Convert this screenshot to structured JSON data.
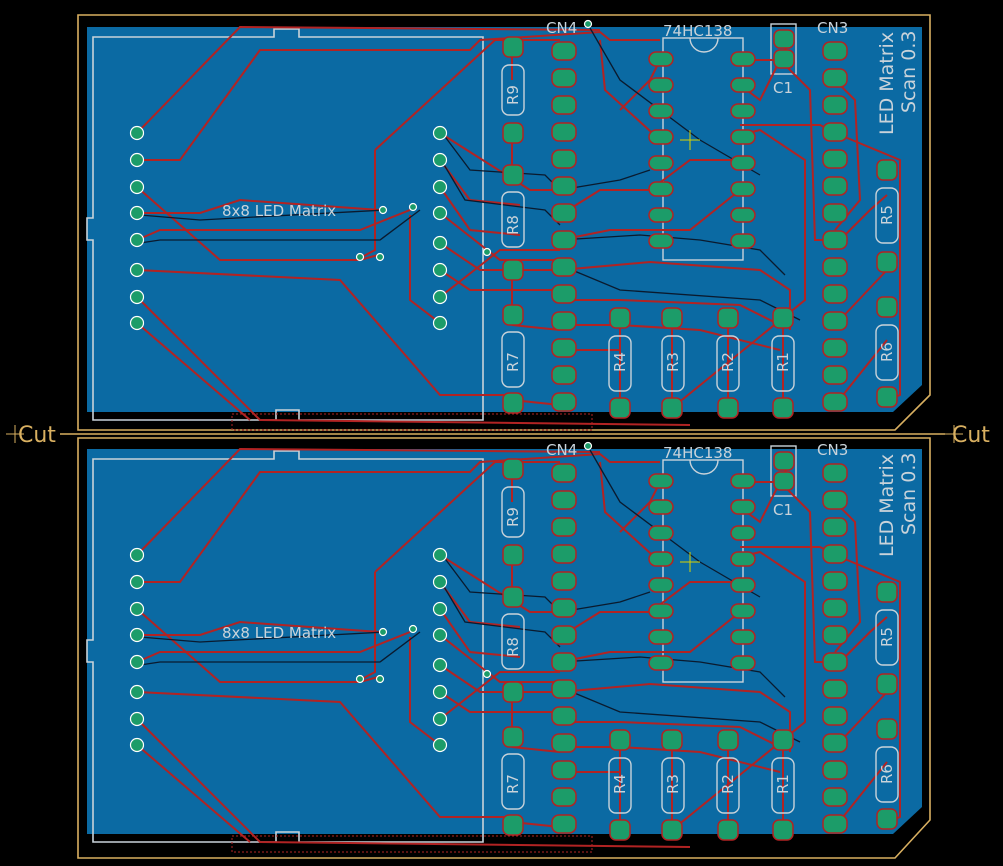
{
  "labels": {
    "cut_left": "Cut",
    "cut_right": "Cut",
    "connector_cn4": "CN4",
    "connector_cn3": "CN3",
    "ic_74hc138": "74HC138",
    "cap_c1": "C1",
    "led_matrix_label": "8x8 LED Matrix",
    "board_title_1": "LED Matrix",
    "board_title_2": "Scan 0.3",
    "r1": "R1",
    "r2": "R2",
    "r3": "R3",
    "r4": "R4",
    "r5": "R5",
    "r6": "R6",
    "r7": "R7",
    "r8": "R8",
    "r9": "R9"
  },
  "colors": {
    "background": "#000000",
    "copper_fill": "#0b6aa3",
    "trace": "#b22323",
    "pad": "#1c9c69",
    "silkscreen": "#c9d3da",
    "board_outline": "#d9b061"
  }
}
